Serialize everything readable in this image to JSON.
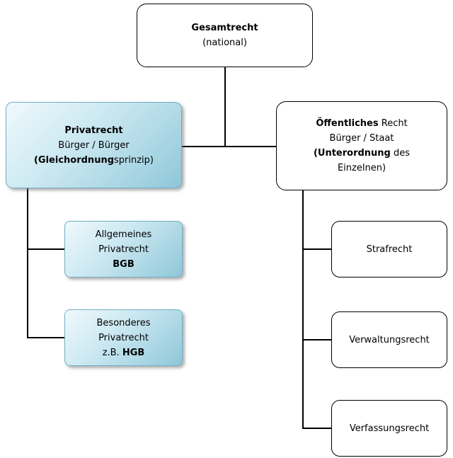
{
  "colors": {
    "background": "#ffffff",
    "line_color": "#000000",
    "white_node_border": "#000000",
    "blue_node_fill_light": "#f0f9fc",
    "blue_node_fill_dark": "#8ec6d9",
    "blue_node_border": "#74afc4"
  },
  "nodes": {
    "gesamtrecht": {
      "line1_bold": "Gesamtrecht",
      "line2": "(national)"
    },
    "privatrecht": {
      "line1_bold": "Privatrecht",
      "line2": "Bürger / Bürger",
      "line3_bold": "(Gleichordnung",
      "line3_regular": "sprinzip)"
    },
    "oeffentliches_recht": {
      "line1_bold": "Öffentliches",
      "line1_regular": " Recht",
      "line2": "Bürger / Staat",
      "line3_bold": "(Unterordnung",
      "line3_regular": " des",
      "line4": "Einzelnen)"
    },
    "allgemeines_privatrecht": {
      "line1": "Allgemeines",
      "line2": "Privatrecht",
      "line3_bold": "BGB"
    },
    "besonderes_privatrecht": {
      "line1": "Besonderes",
      "line2": "Privatrecht",
      "line3_regular": "z.B. ",
      "line3_bold": "HGB"
    },
    "strafrecht": {
      "label": "Strafrecht"
    },
    "verwaltungsrecht": {
      "label": "Verwaltungsrecht"
    },
    "verfassungsrecht": {
      "label": "Verfassungsrecht"
    }
  }
}
